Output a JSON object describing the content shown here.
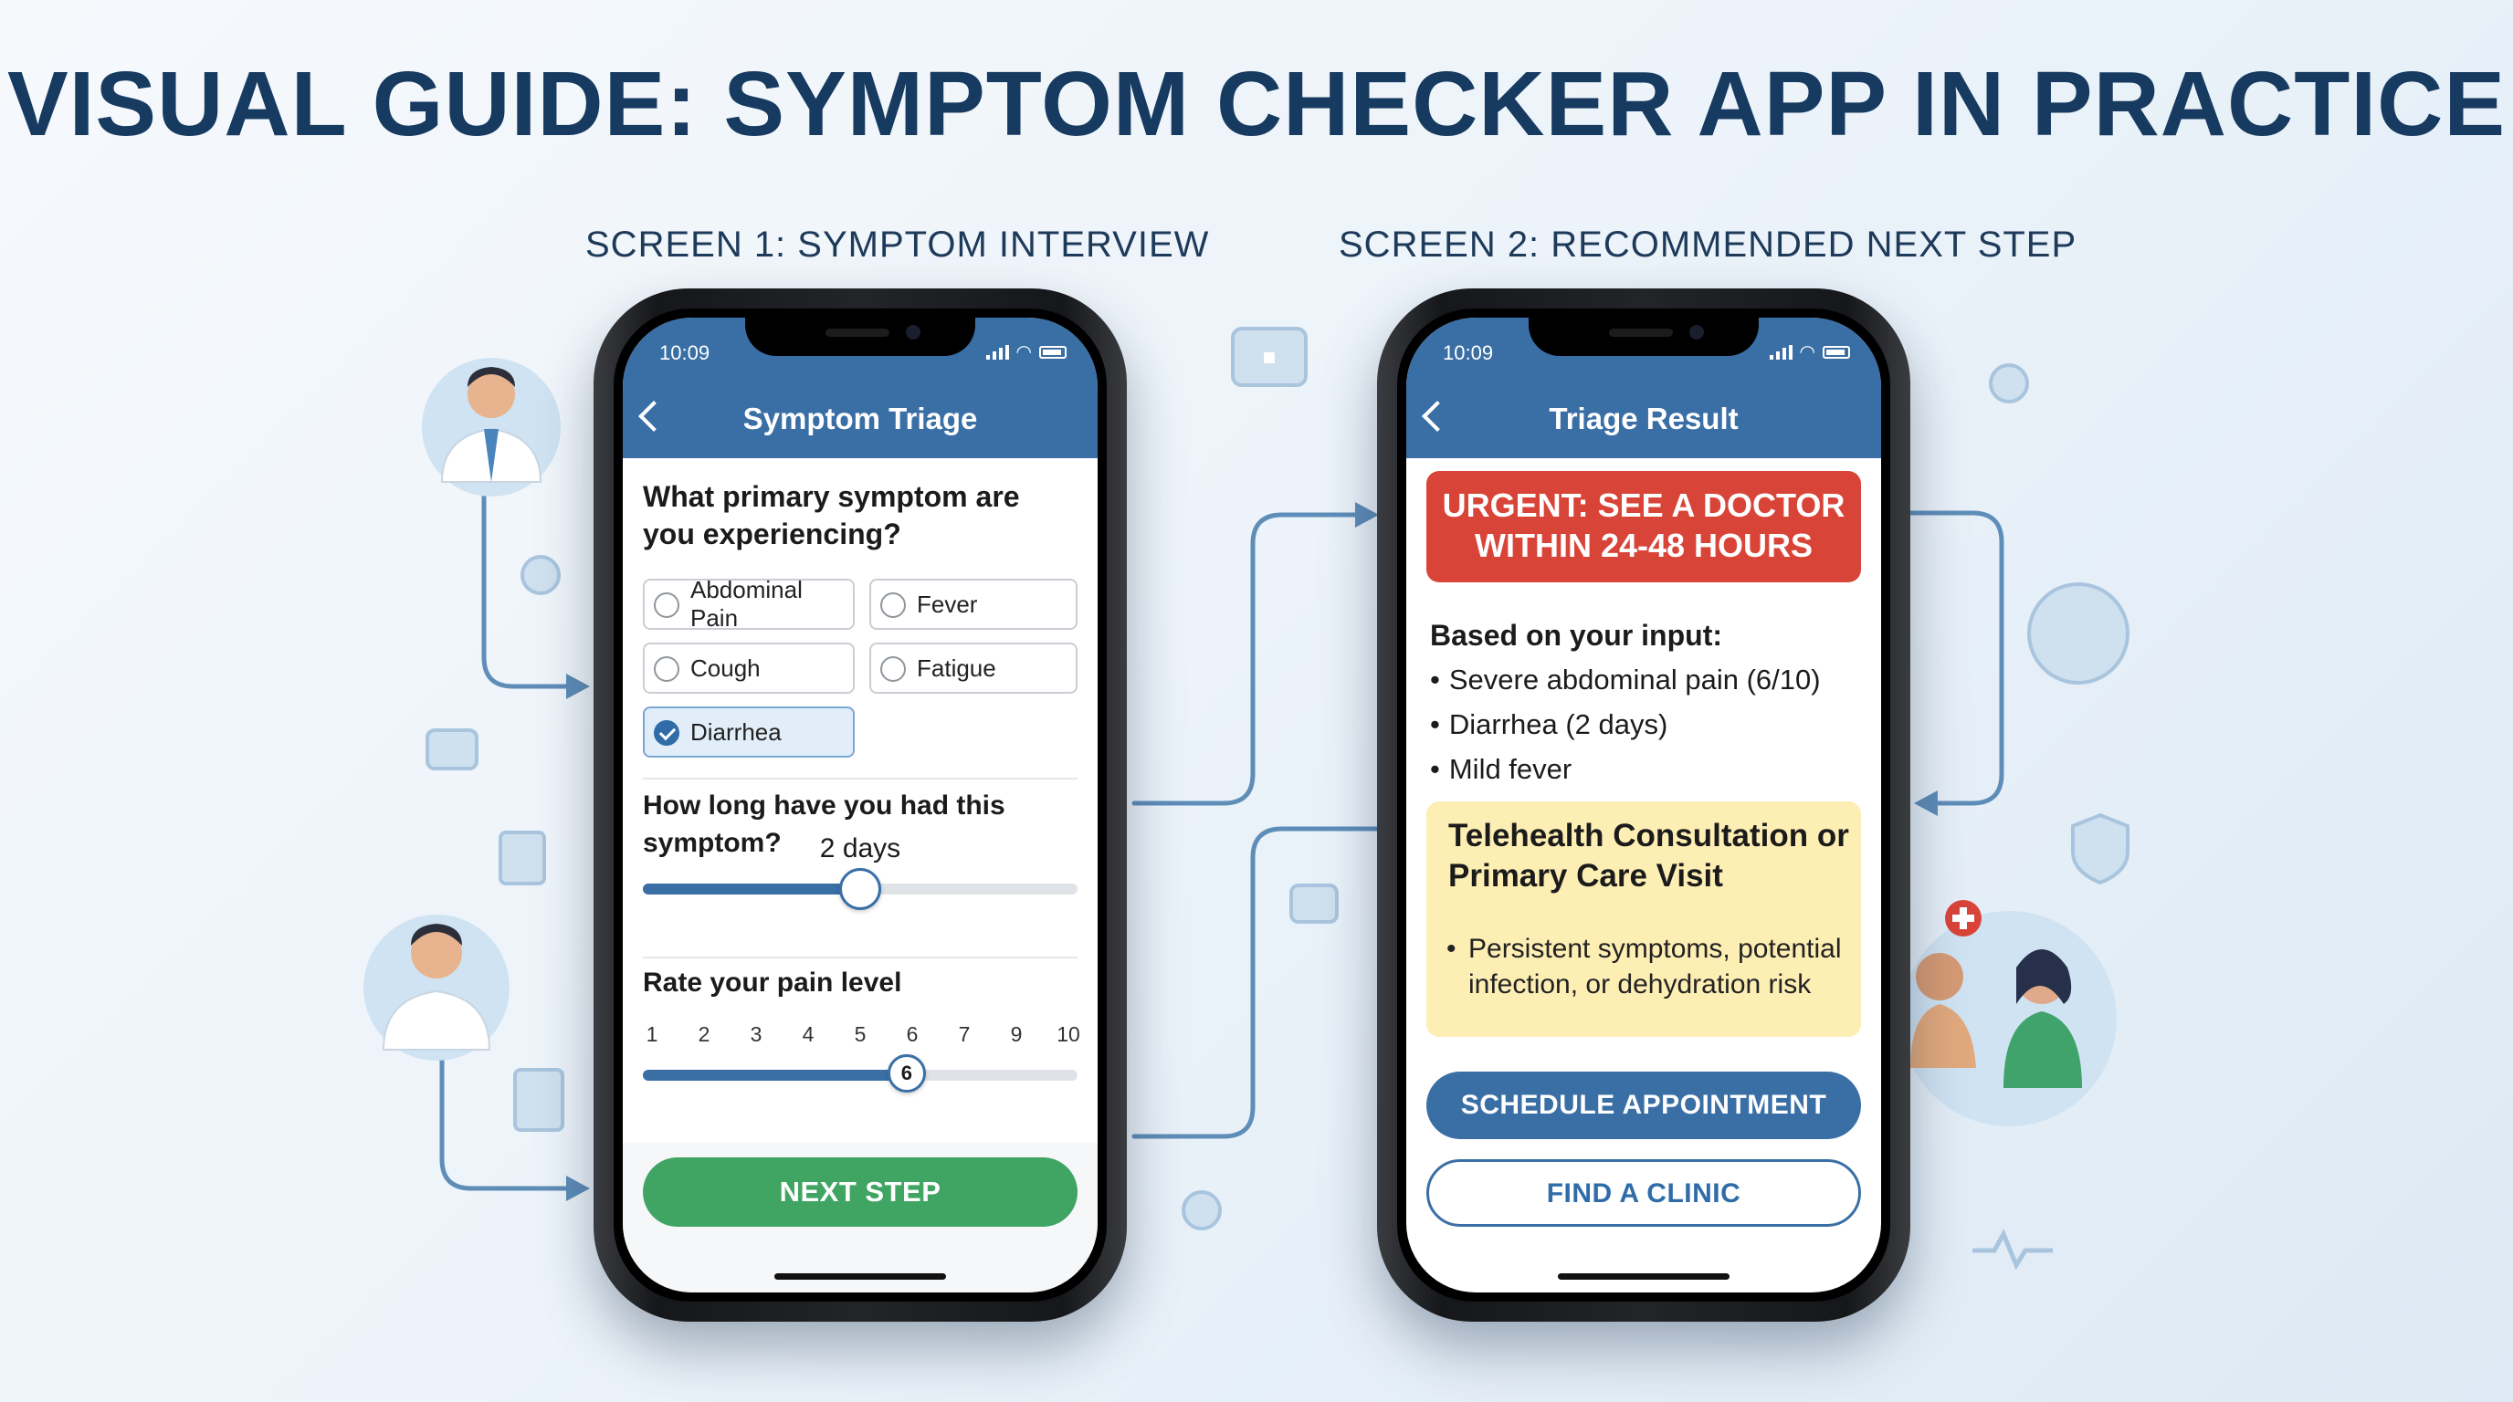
{
  "page": {
    "title": "VISUAL GUIDE: SYMPTOM CHECKER APP IN PRACTICE"
  },
  "labels": {
    "screen1": "SCREEN 1: SYMPTOM INTERVIEW",
    "screen2": "SCREEN 2: RECOMMENDED NEXT STEP"
  },
  "colors": {
    "accent": "#3a6fa6",
    "urgent": "#d94438",
    "go": "#40a563",
    "recommendation": "#fdeeb4",
    "title": "#173a60"
  },
  "screen1": {
    "status_time": "10:09",
    "header_title": "Symptom Triage",
    "q1": "What primary symptom are you experiencing?",
    "options": [
      {
        "label": "Abdominal Pain",
        "checked": false
      },
      {
        "label": "Fever",
        "checked": false
      },
      {
        "label": "Cough",
        "checked": false
      },
      {
        "label": "Fatigue",
        "checked": false
      },
      {
        "label": "Diarrhea",
        "checked": true
      }
    ],
    "q2": "How long have you had this symptom?",
    "duration_value": "2 days",
    "duration_level": 0.5,
    "q3": "Rate your pain level",
    "pain_scale": [
      "1",
      "2",
      "3",
      "4",
      "5",
      "6",
      "7",
      "9",
      "10"
    ],
    "pain_value": "6",
    "pain_level": 0.607,
    "next_button": "NEXT STEP"
  },
  "screen2": {
    "status_time": "10:09",
    "header_title": "Triage Result",
    "urgent_line1": "URGENT: SEE A DOCTOR",
    "urgent_line2": "WITHIN 24-48 HOURS",
    "based_title": "Based on your input:",
    "based_items": [
      "Severe abdominal pain (6/10)",
      "Diarrhea (2 days)",
      "Mild fever"
    ],
    "rec_title": "Telehealth Consultation or Primary Care Visit",
    "rec_bullet": "Persistent symptoms, potential infection, or dehydration risk",
    "schedule_button": "SCHEDULE APPOINTMENT",
    "clinic_button": "FIND A CLINIC"
  },
  "icons": [
    "doctor-avatar-icon",
    "medical-kit-icon",
    "people-icon",
    "id-badge-icon",
    "clipboard-icon",
    "camera-icon",
    "shield-icon",
    "heartbeat-icon",
    "patient-doctor-icon",
    "add-user-icon",
    "consultation-illustration"
  ]
}
